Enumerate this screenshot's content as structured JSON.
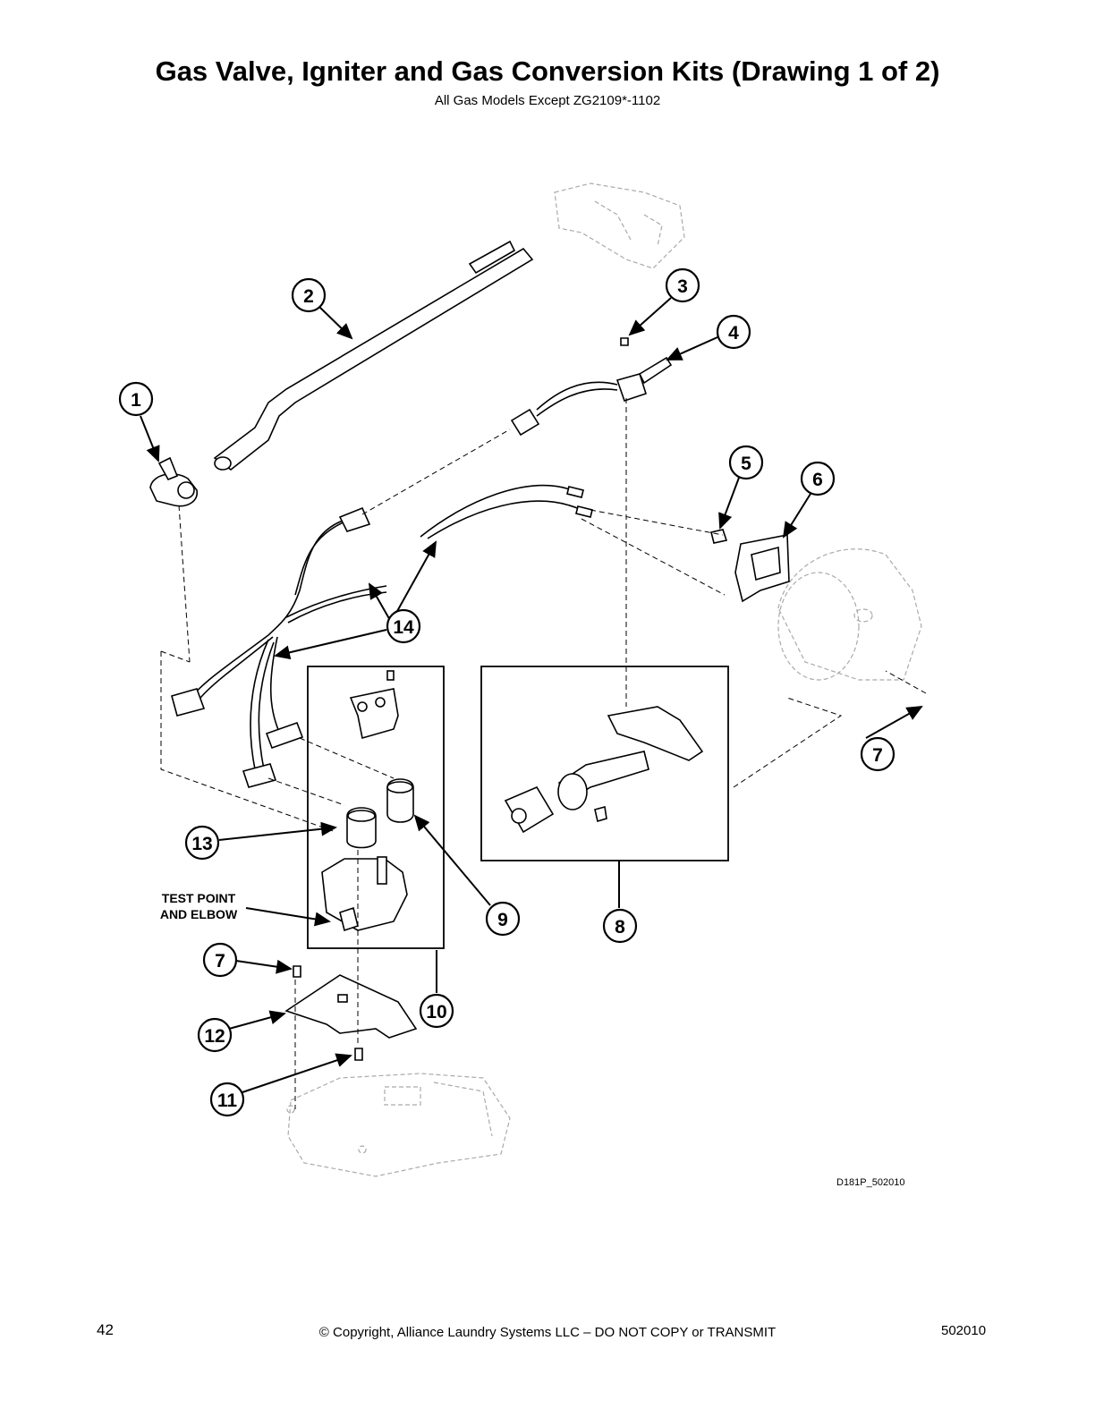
{
  "header": {
    "title": "Gas Valve, Igniter and Gas Conversion Kits (Drawing 1 of 2)",
    "subtitle": "All Gas Models Except ZG2109*-1102"
  },
  "callouts": [
    "1",
    "2",
    "3",
    "4",
    "5",
    "6",
    "7",
    "7",
    "8",
    "9",
    "10",
    "11",
    "12",
    "13",
    "14"
  ],
  "test_point_label": [
    "TEST POINT",
    "AND ELBOW"
  ],
  "drawing_code": "D181P_502010",
  "footer": {
    "page_number": "42",
    "copyright": "© Copyright, Alliance Laundry Systems LLC – DO NOT COPY or TRANSMIT",
    "revision": "502010"
  }
}
